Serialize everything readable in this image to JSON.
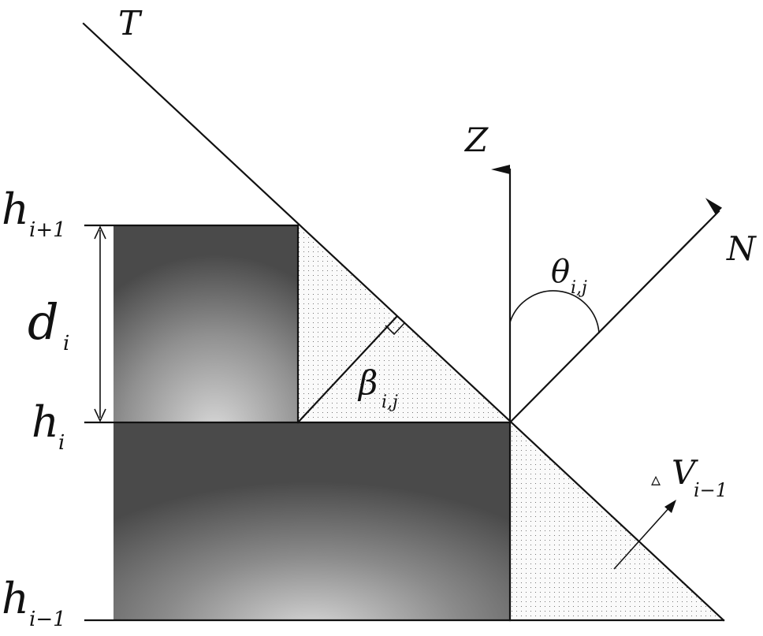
{
  "labels": {
    "tangent": "T",
    "z_axis": "Z",
    "normal": "N",
    "theta": "θ",
    "theta_sub": "i,j",
    "beta": "β",
    "beta_sub": "i,j",
    "d": "d",
    "d_sub": "i",
    "h_upper": "h",
    "h_upper_sub": "i+1",
    "h_mid": "h",
    "h_mid_sub": "i",
    "h_lower": "h",
    "h_lower_sub": "i−1",
    "delta_symbol": "▵",
    "v": "V",
    "v_sub": "i−1"
  },
  "colors": {
    "line": "#111111",
    "block_dark": "#4a4a4a",
    "block_light": "#d4d4d4",
    "dot_fill": "#fafafa"
  }
}
